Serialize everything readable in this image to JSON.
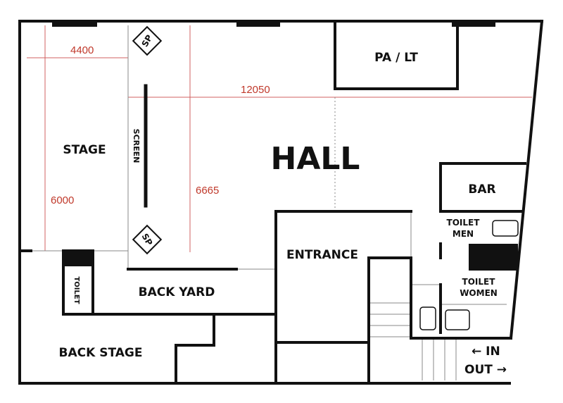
{
  "rooms": {
    "hall": "HALL",
    "stage": "STAGE",
    "pa_lt": "PA / LT",
    "screen": "SCREEN",
    "entrance": "ENTRANCE",
    "bar": "BAR",
    "back_yard": "BACK YARD",
    "back_stage": "BACK STAGE",
    "toilet": "TOILET",
    "toilet_men_line1": "TOILET",
    "toilet_men_line2": "MEN",
    "toilet_women_line1": "TOILET",
    "toilet_women_line2": "WOMEN",
    "speaker": "SP"
  },
  "dimensions": {
    "stage_width": "4400",
    "hall_width": "12050",
    "stage_depth": "6000",
    "hall_depth": "6665"
  },
  "entry": {
    "in": "← IN",
    "out": "OUT →"
  },
  "colors": {
    "wall": "#111111",
    "dimension": "#c0392b",
    "thin_line": "#888888"
  }
}
